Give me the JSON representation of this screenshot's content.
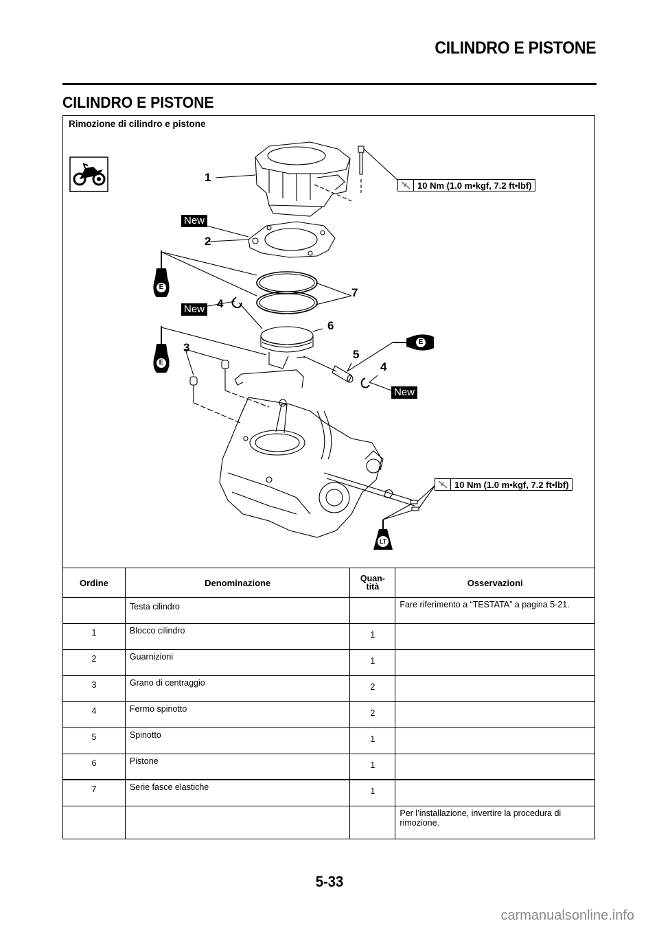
{
  "header": {
    "title": "CILINDRO E PISTONE"
  },
  "section": {
    "title": "CILINDRO E PISTONE"
  },
  "figure": {
    "caption": "Rimozione di cilindro e pistone",
    "icon": "dirt-bike-icon",
    "torque_labels": [
      "10 Nm (1.0 m•kgf, 7.2 ft•lbf)",
      "10 Nm (1.0 m•kgf, 7.2 ft•lbf)"
    ],
    "new_tags": [
      "New",
      "New",
      "New"
    ],
    "lubricant_labels": [
      "E",
      "E",
      "E",
      "LT"
    ],
    "callouts": [
      "1",
      "2",
      "7",
      "4",
      "6",
      "3",
      "5",
      "4"
    ]
  },
  "table": {
    "headers": {
      "order": "Ordine",
      "name": "Denominazione",
      "qty_line1": "Quan-",
      "qty_line2": "tità",
      "notes": "Osservazioni"
    },
    "rows": [
      {
        "order": "",
        "name": "Testa cilindro",
        "qty": "",
        "notes": "Fare riferimento a “TESTATA” a pagina 5-21."
      },
      {
        "order": "1",
        "name": "Blocco cilindro",
        "qty": "1",
        "notes": ""
      },
      {
        "order": "2",
        "name": "Guarnizioni",
        "qty": "1",
        "notes": ""
      },
      {
        "order": "3",
        "name": "Grano di centraggio",
        "qty": "2",
        "notes": ""
      },
      {
        "order": "4",
        "name": "Fermo spinotto",
        "qty": "2",
        "notes": ""
      },
      {
        "order": "5",
        "name": "Spinotto",
        "qty": "1",
        "notes": ""
      },
      {
        "order": "6",
        "name": "Pistone",
        "qty": "1",
        "notes": ""
      },
      {
        "order": "7",
        "name": "Serie fasce elastiche",
        "qty": "1",
        "notes": ""
      },
      {
        "order": "",
        "name": "",
        "qty": "",
        "notes": "Per l’installazione, invertire la procedura di rimozione."
      }
    ]
  },
  "footer": {
    "page_number": "5-33",
    "watermark": "carmanualsonline.info"
  },
  "colors": {
    "ink": "#000000",
    "watermark": "#8a8a8a"
  }
}
